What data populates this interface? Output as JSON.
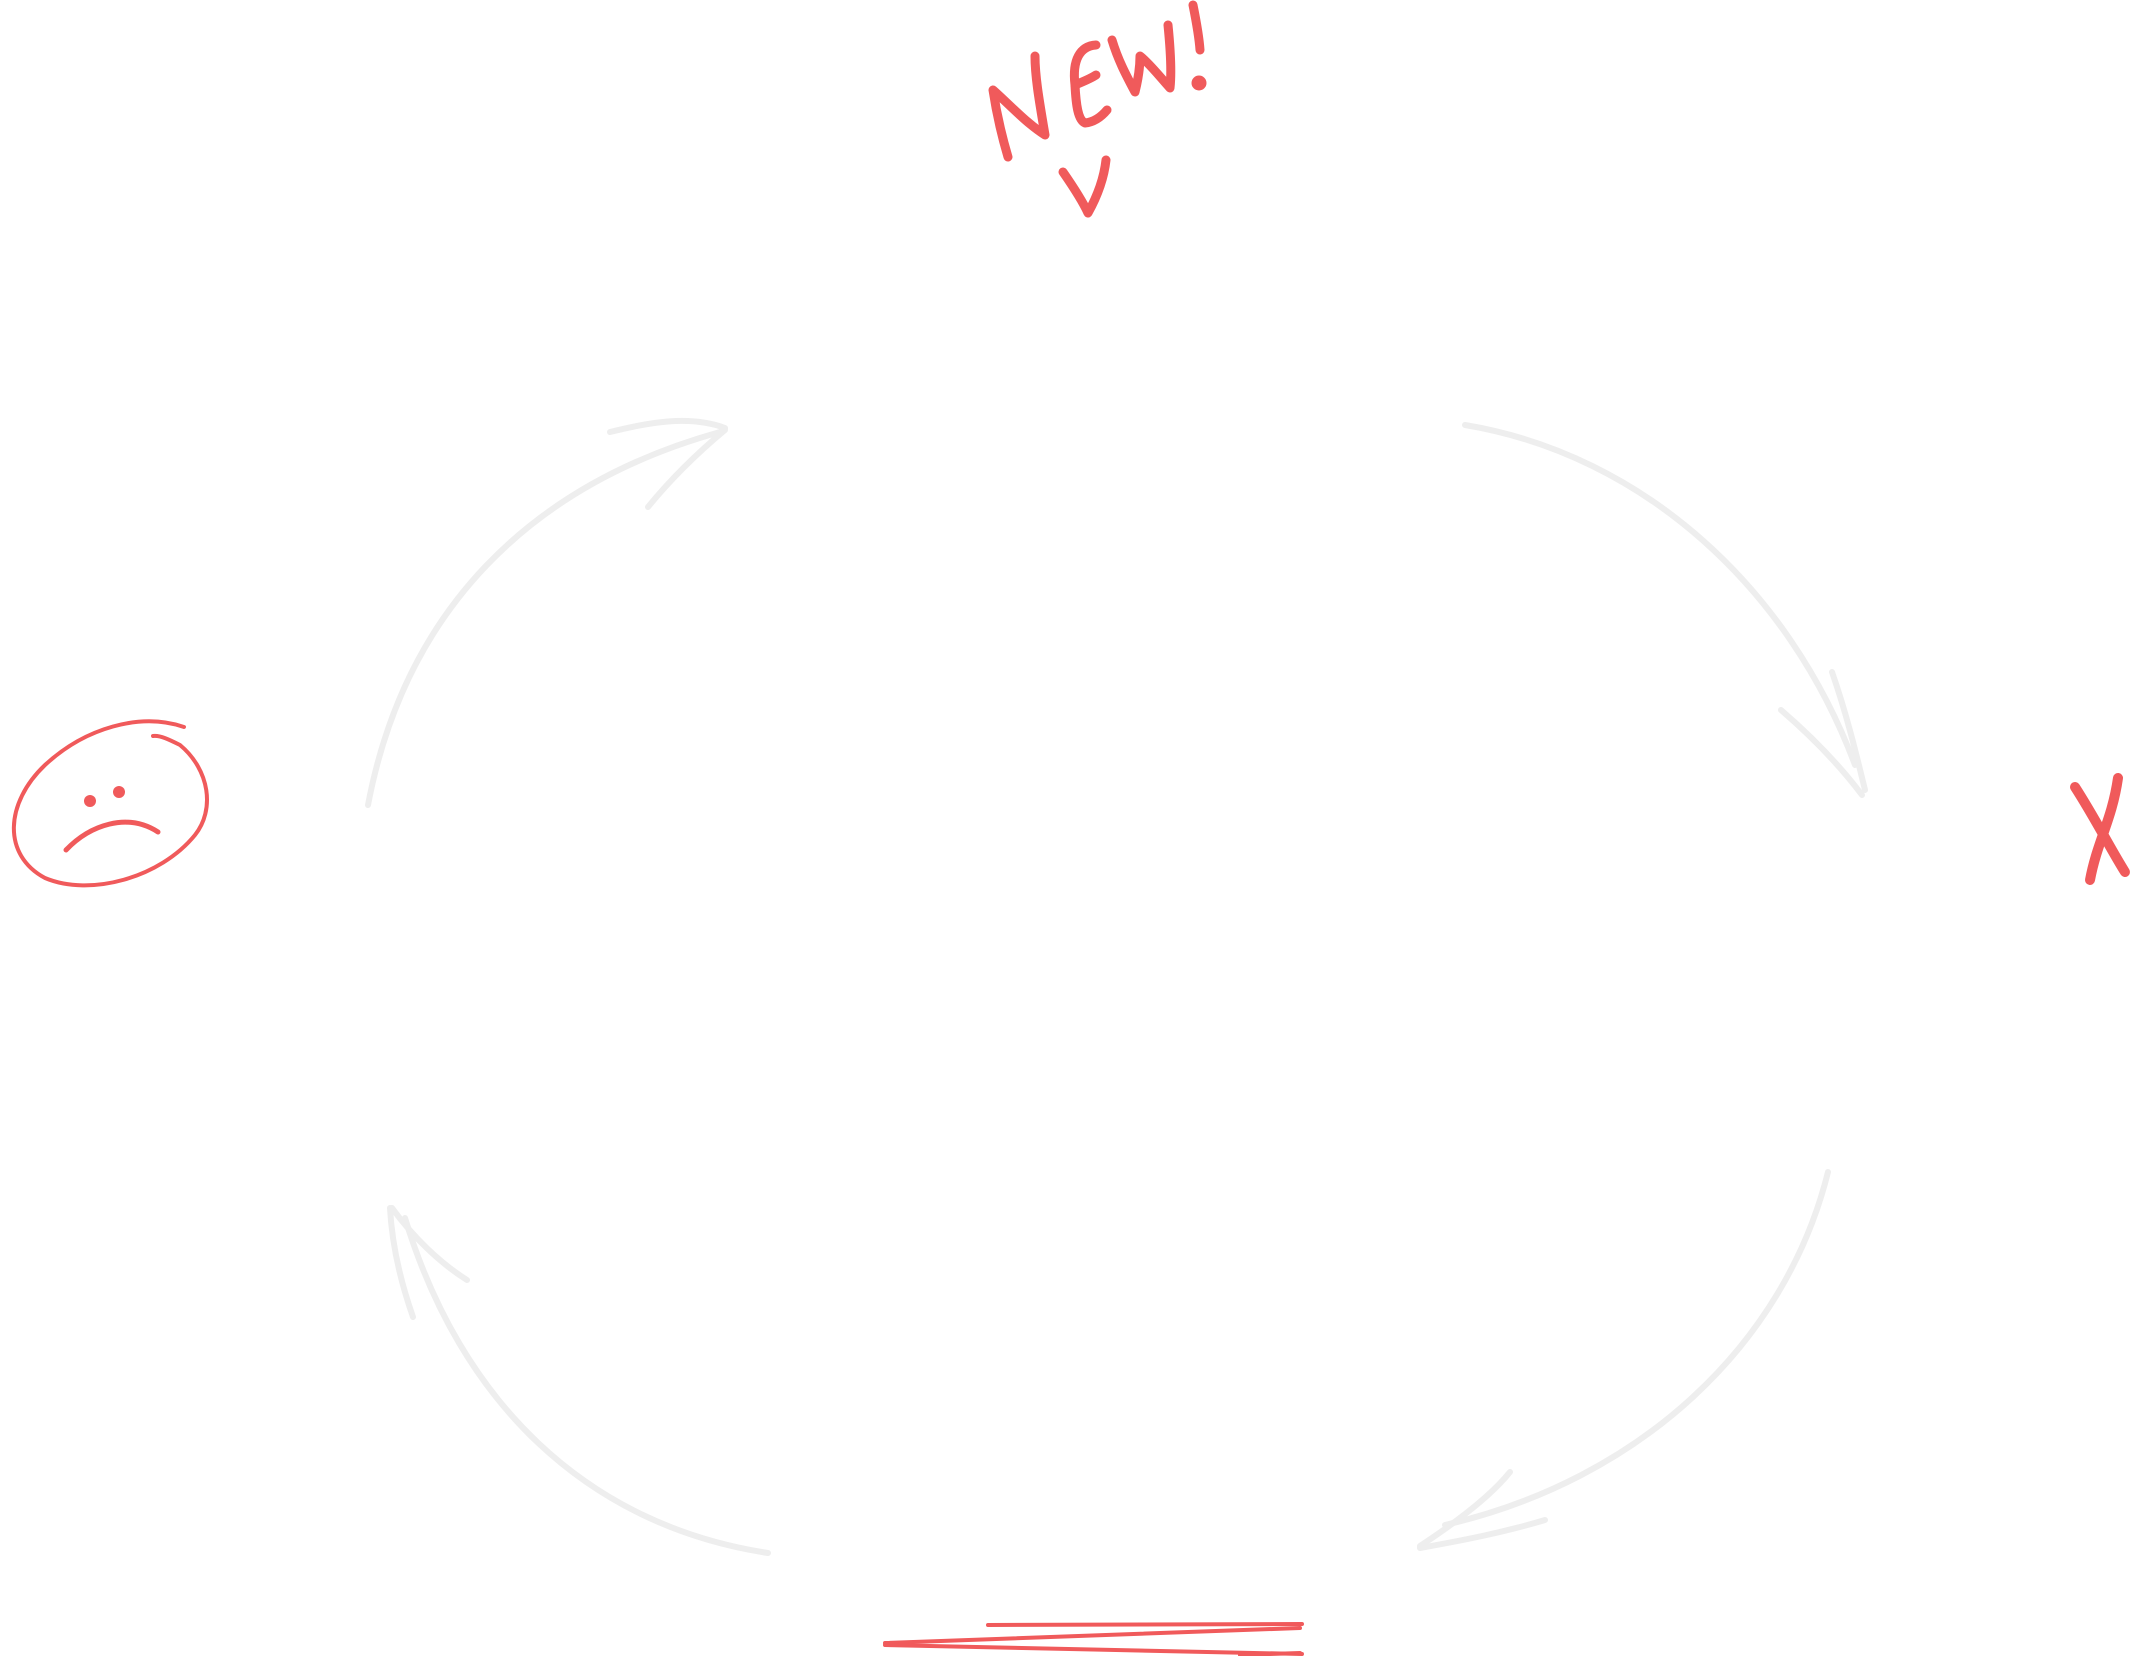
{
  "diagram": {
    "type": "cycle",
    "annotations": {
      "new_label": "NEW!",
      "sad_face": "sad-face-doodle",
      "x_mark": "x-mark-doodle",
      "scribble": "red-scribble-underline"
    },
    "colors": {
      "arrow": "#eeeeee",
      "accent": "#f05a5b",
      "background": "#ffffff"
    }
  }
}
